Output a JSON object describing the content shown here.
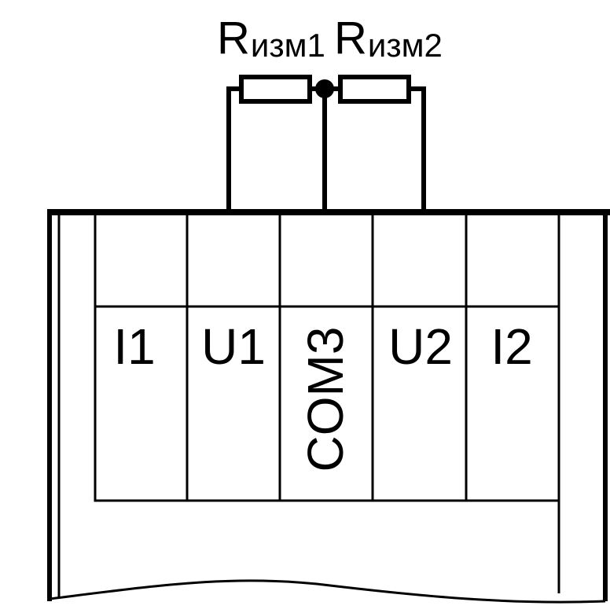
{
  "resistors": [
    {
      "letter": "R",
      "subscript": "изм1"
    },
    {
      "letter": "R",
      "subscript": "изм2"
    }
  ],
  "terminals": [
    {
      "label": "I1"
    },
    {
      "label": "U1"
    },
    {
      "label": "COM3"
    },
    {
      "label": "U2"
    },
    {
      "label": "I2"
    }
  ],
  "colors": {
    "stroke": "#000000",
    "background": "#ffffff"
  }
}
